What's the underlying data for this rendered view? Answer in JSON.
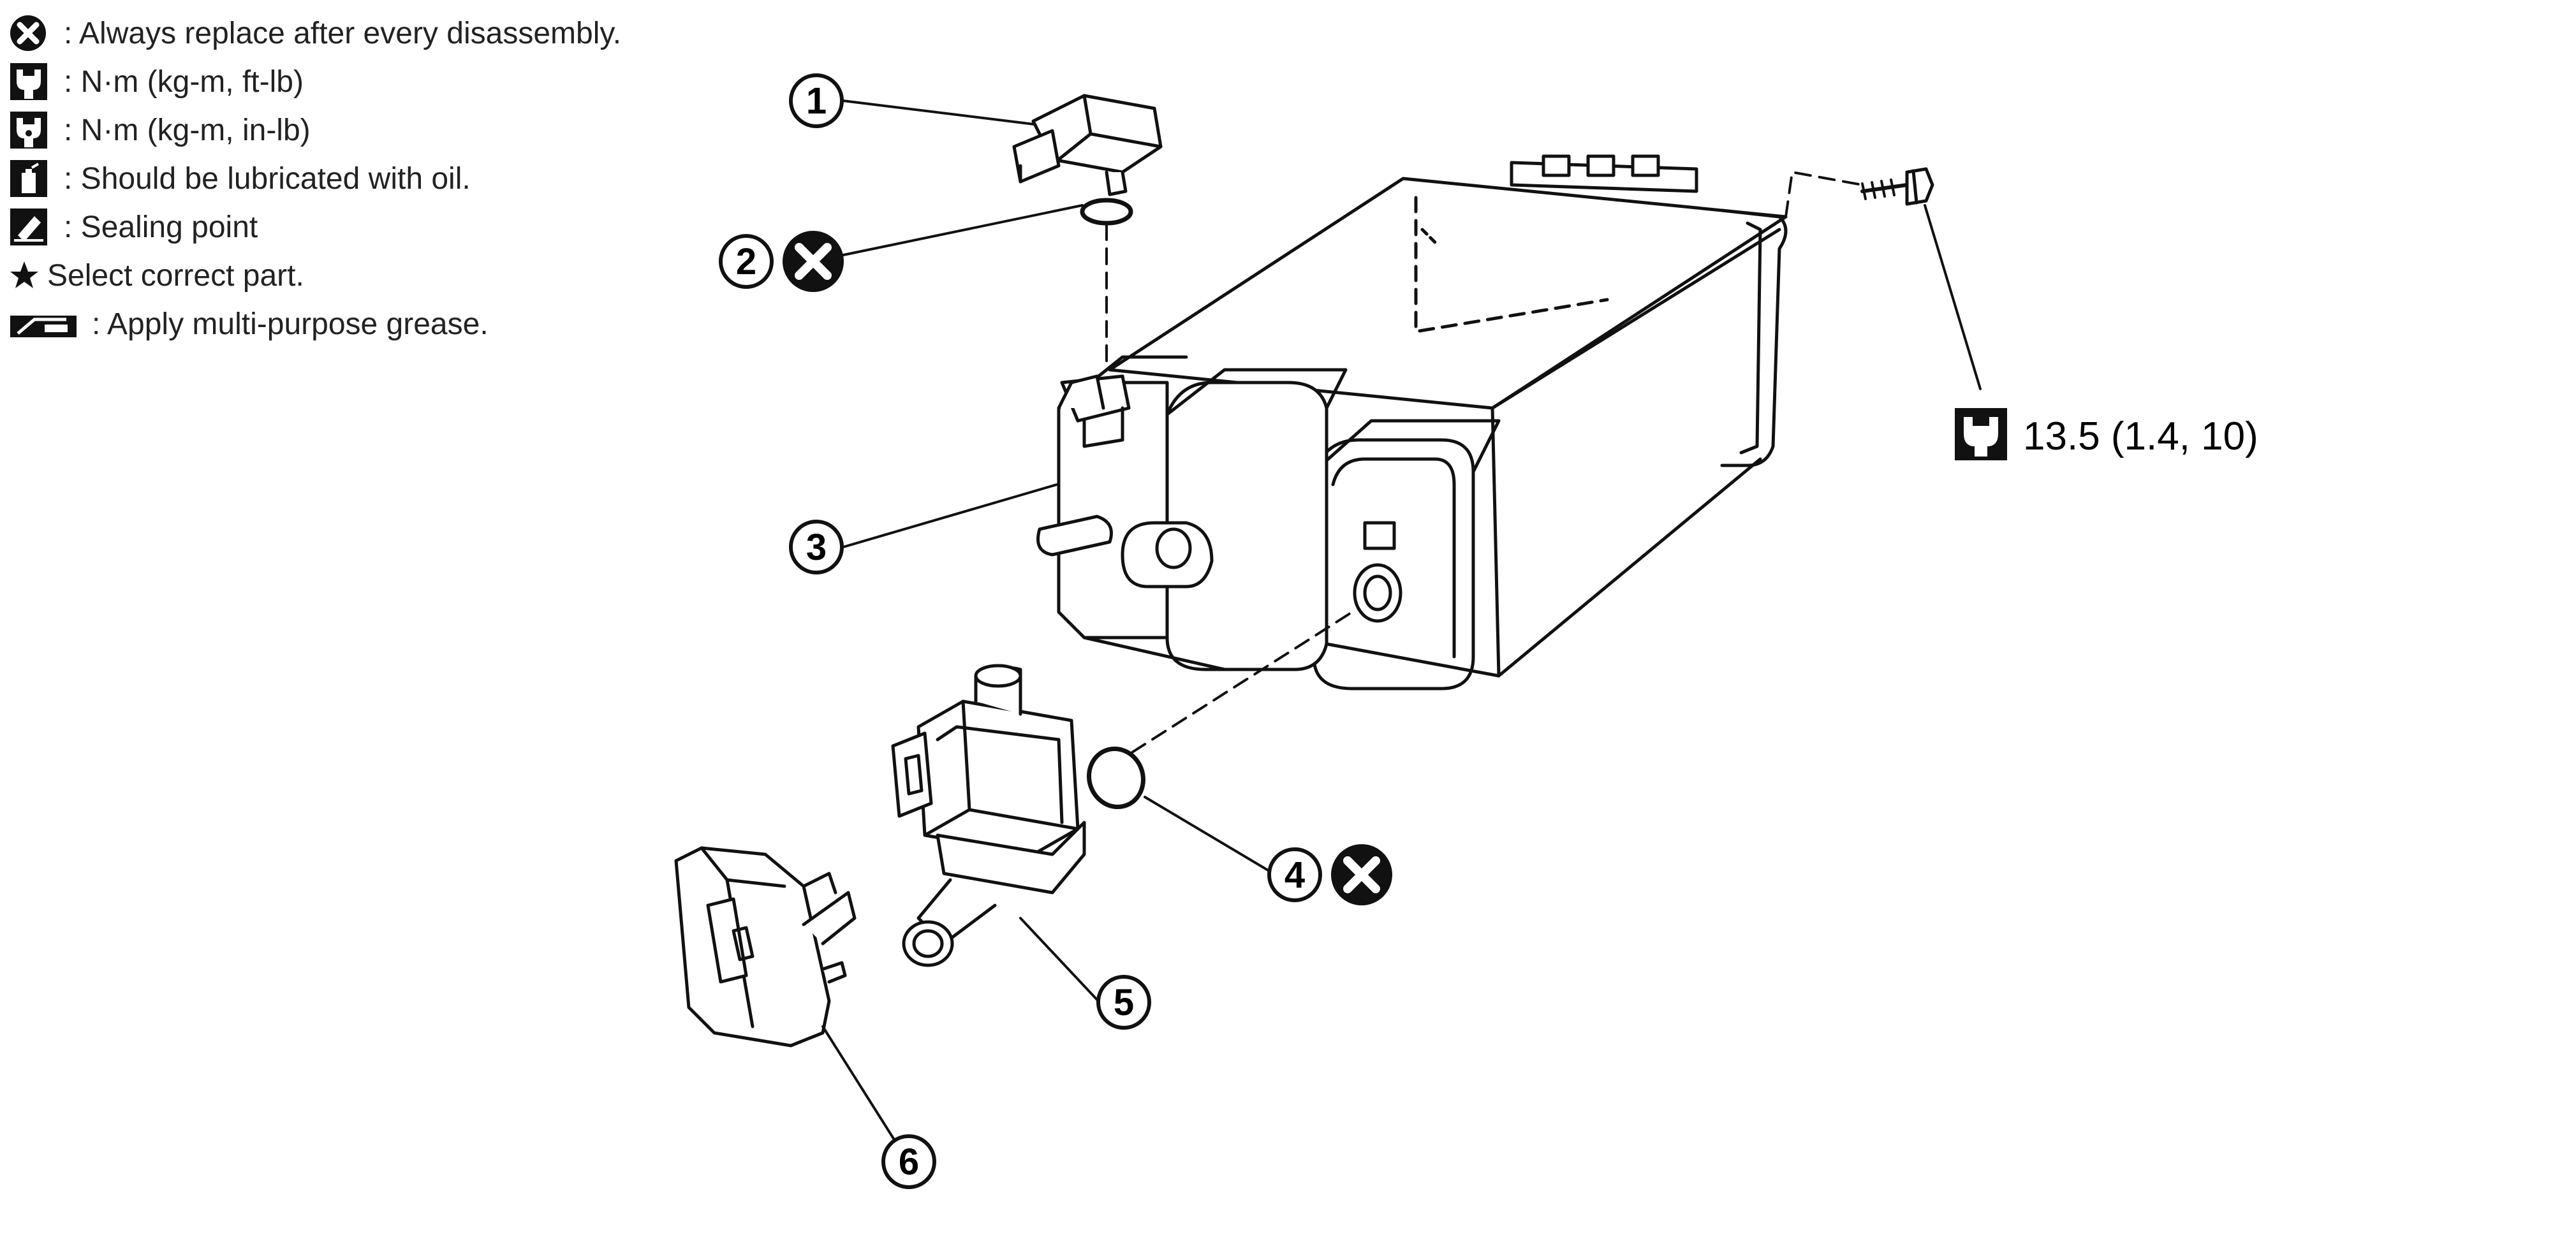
{
  "legend": [
    {
      "symbol": "replace-x-icon",
      "text": ": Always replace after every disassembly."
    },
    {
      "symbol": "torque-wrench-icon",
      "text": ": N·m (kg-m, ft-lb)"
    },
    {
      "symbol": "torque-wrench-small-icon",
      "text": ": N·m (kg-m, in-lb)"
    },
    {
      "symbol": "oil-can-icon",
      "text": ": Should be lubricated with oil."
    },
    {
      "symbol": "sealant-icon",
      "text": ": Sealing point"
    },
    {
      "symbol": "star-icon",
      "text": "Select correct part."
    },
    {
      "symbol": "grease-icon",
      "text": ": Apply multi-purpose grease."
    }
  ],
  "callouts": [
    "1",
    "2",
    "3",
    "4",
    "5",
    "6"
  ],
  "torque_spec": "13.5 (1.4, 10)",
  "colors": {
    "line": "#111111",
    "fill": "#ffffff"
  }
}
